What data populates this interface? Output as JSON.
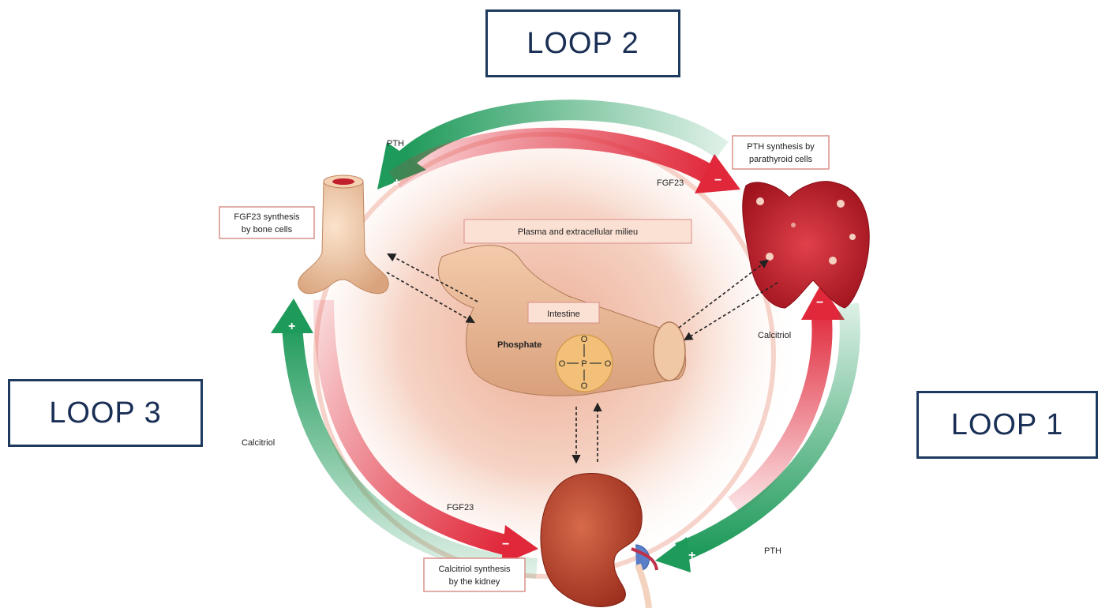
{
  "loops": {
    "loop1": "LOOP 1",
    "loop2": "LOOP 2",
    "loop3": "LOOP 3"
  },
  "organs": {
    "bone": "FGF23 synthesis by bone cells",
    "bone_line1": "FGF23 synthesis",
    "bone_line2": "by bone cells",
    "parathyroid_line1": "PTH synthesis by",
    "parathyroid_line2": "parathyroid cells",
    "kidney_line1": "Calcitriol synthesis",
    "kidney_line2": "by the kidney",
    "plasma": "Plasma and  extracellular milieu",
    "intestine": "Intestine",
    "phosphate": "Phosphate"
  },
  "phosphate_molecule": {
    "center": "P",
    "oxygen": "O"
  },
  "arrows": {
    "pth_top": "PTH",
    "fgf23_top": "FGF23",
    "calcitriol_right": "Calcitriol",
    "pth_bottom": "PTH",
    "fgf23_bottom": "FGF23",
    "calcitriol_left": "Calcitriol"
  },
  "signs": {
    "plus": "+",
    "minus": "−"
  },
  "colors": {
    "stimulatory_arrow": "#1e9a5a",
    "inhibitory_arrow": "#e0283a",
    "loop_border": "#1f3a5f",
    "bone": "#f2c9a3",
    "parathyroid": "#c8202a",
    "kidney": "#b8432c",
    "milieu": "#f3cdbb"
  }
}
